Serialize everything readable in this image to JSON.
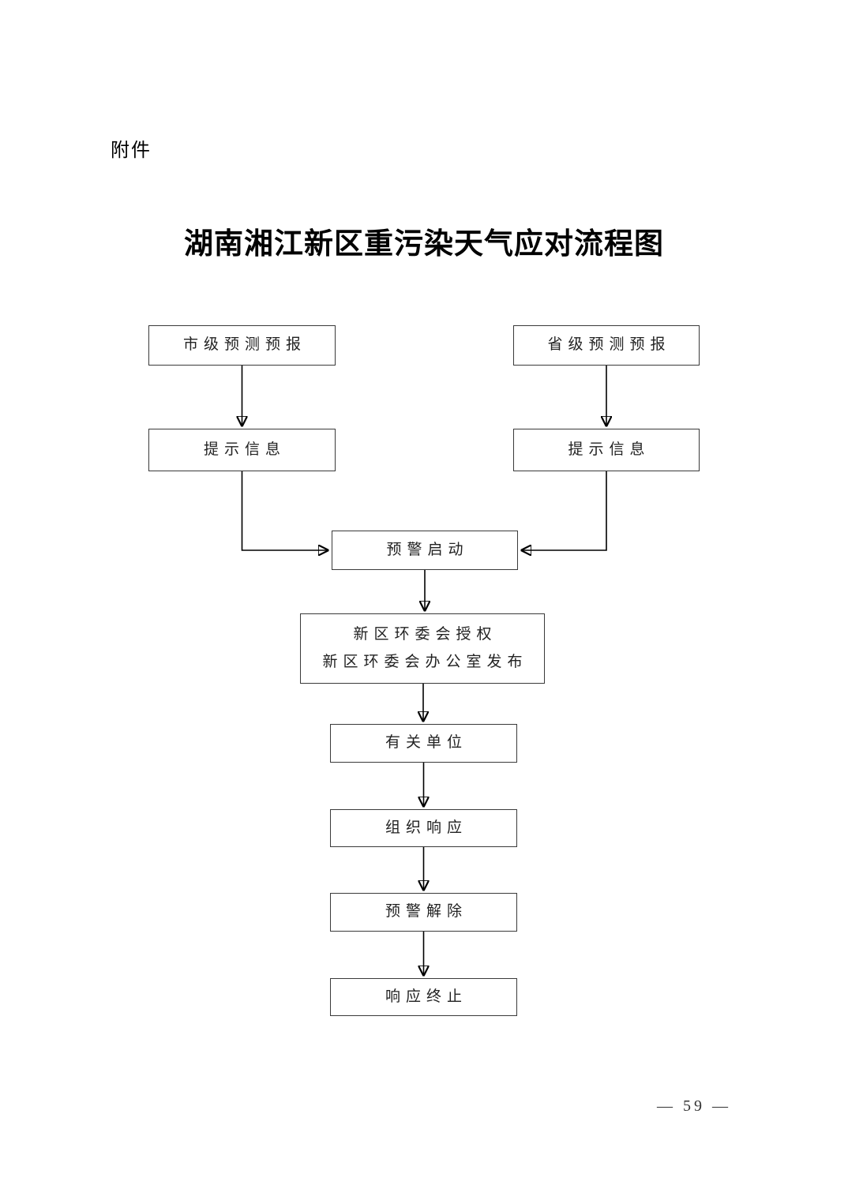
{
  "page": {
    "attachment_label": "附件",
    "title": "湖南湘江新区重污染天气应对流程图",
    "page_number": "— 59 —"
  },
  "flowchart": {
    "boxes": {
      "city_forecast": "市级预测预报",
      "province_forecast": "省级预测预报",
      "city_notice": "提示信息",
      "province_notice": "提示信息",
      "warning_start": "预警启动",
      "authorize_line1": "新区环委会授权",
      "authorize_line2": "新区环委会办公室发布",
      "related_units": "有关单位",
      "organize_response": "组织响应",
      "warning_lift": "预警解除",
      "response_end": "响应终止"
    }
  }
}
